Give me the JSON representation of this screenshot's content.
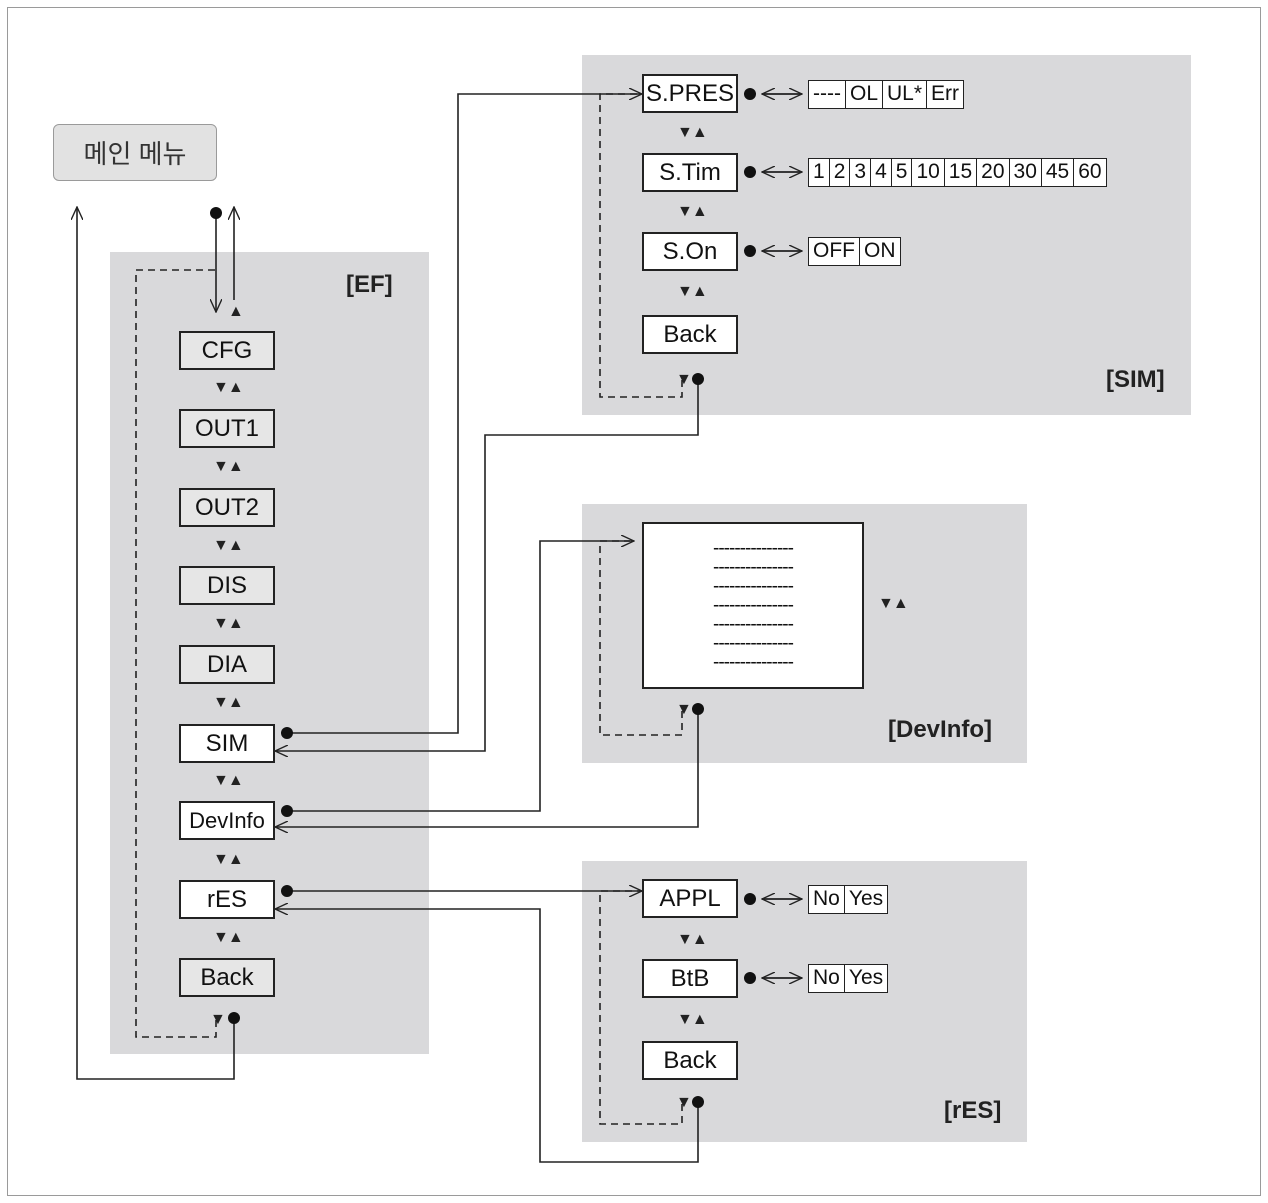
{
  "main_menu": "메인 메뉴",
  "ef": {
    "title": "[EF]",
    "items": [
      "CFG",
      "OUT1",
      "OUT2",
      "DIS",
      "DIA",
      "SIM",
      "DevInfo",
      "rES",
      "Back"
    ]
  },
  "sim": {
    "title": "[SIM]",
    "rows": [
      {
        "label": "S.PRES",
        "options": [
          "----",
          "OL",
          "UL*",
          "Err"
        ]
      },
      {
        "label": "S.Tim",
        "options": [
          "1",
          "2",
          "3",
          "4",
          "5",
          "10",
          "15",
          "20",
          "30",
          "45",
          "60"
        ]
      },
      {
        "label": "S.On",
        "options": [
          "OFF",
          "ON"
        ]
      }
    ],
    "back": "Back"
  },
  "devinfo": {
    "title": "[DevInfo]",
    "lines": [
      "---------------",
      "---------------",
      "---------------",
      "---------------",
      "---------------",
      "---------------",
      "---------------"
    ]
  },
  "res": {
    "title": "[rES]",
    "rows": [
      {
        "label": "APPL",
        "options": [
          "No",
          "Yes"
        ]
      },
      {
        "label": "BtB",
        "options": [
          "No",
          "Yes"
        ]
      }
    ],
    "back": "Back"
  },
  "symbols": {
    "nav": "▼▲",
    "nav_enter": "▼●",
    "dot": "●",
    "both_arrow": "<->"
  }
}
